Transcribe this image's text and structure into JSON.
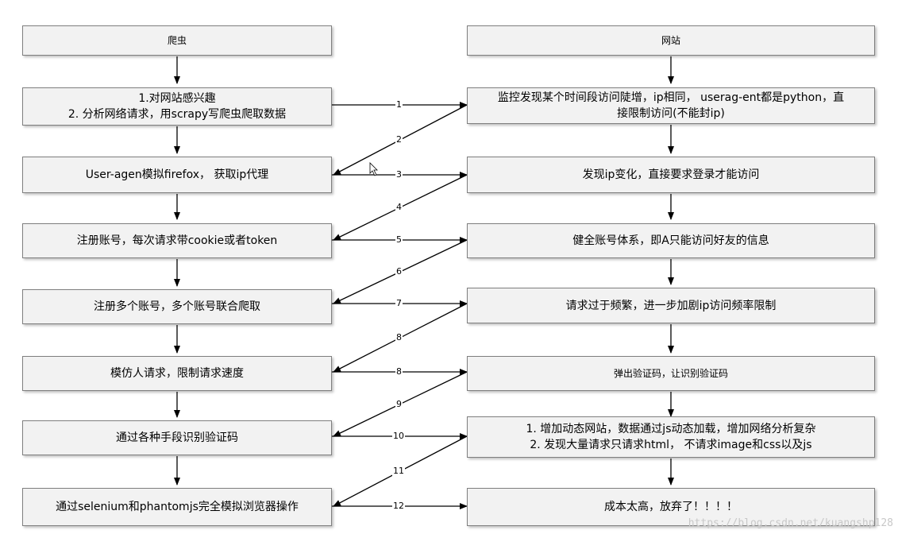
{
  "left": {
    "title": "爬虫",
    "steps": [
      [
        "1.对网站感兴趣",
        "2. 分析网络请求，用scrapy写爬虫爬取数据"
      ],
      [
        "User-agen模拟firefox，  获取ip代理"
      ],
      [
        "注册账号，每次请求带cookie或者token"
      ],
      [
        "注册多个账号，多个账号联合爬取"
      ],
      [
        "模仿人请求，限制请求速度"
      ],
      [
        "通过各种手段识别验证码"
      ],
      [
        "通过selenium和phantomjs完全模拟浏览器操作"
      ]
    ]
  },
  "right": {
    "title": "网站",
    "steps": [
      [
        "监控发现某个时间段访问陡增，ip相同， userag-ent都是python，直",
        "接限制访问(不能封ip)"
      ],
      [
        "发现ip变化，直接要求登录才能访问"
      ],
      [
        "健全账号体系，即A只能访问好友的信息"
      ],
      [
        "请求过于频繁，进一步加剧ip访问频率限制"
      ],
      [
        "弹出验证码，让识别验证码"
      ],
      [
        "1. 增加动态网站，数据通过js动态加载，增加网络分析复杂",
        "2. 发现大量请求只请求html， 不请求image和css以及js"
      ],
      [
        "成本太高，放弃了！！！！"
      ]
    ]
  },
  "arrow_labels": {
    "a1": "1",
    "a2": "2",
    "a3": "3",
    "a4": "4",
    "a5": "5",
    "a6": "6",
    "a7": "7",
    "a8a": "8",
    "a8b": "8",
    "a9": "9",
    "a10": "10",
    "a11": "11",
    "a12": "12"
  },
  "watermark": "https://blog.csdn.net/kuangshp128"
}
